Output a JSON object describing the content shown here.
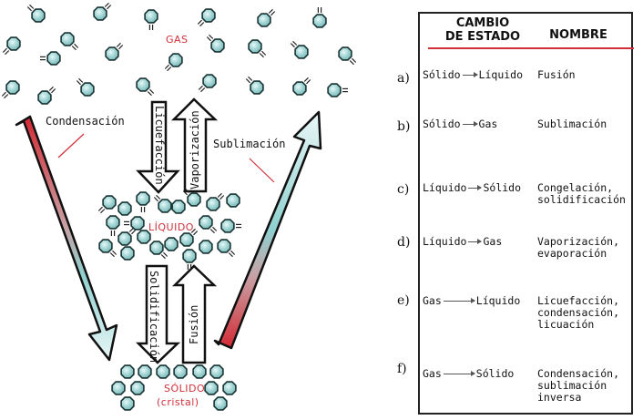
{
  "diagram": {
    "states": {
      "gas": "GAS",
      "liquid": "LÍQUIDO",
      "solid": "SÓLIDO",
      "solid_sub": "(cristal)"
    },
    "processes": {
      "condensation": "Condensación",
      "liquefaction": "Licuefacción",
      "vaporization": "Vaporización",
      "sublimation": "Sublimación",
      "solidification": "Solidificación",
      "fusion": "Fusión"
    },
    "colors": {
      "particle_fill": "#a8d8d8",
      "particle_stroke": "#1a3333",
      "accent_red": "#d0303a",
      "gradient_teal": "#8fd0d0"
    }
  },
  "table": {
    "headers": {
      "change": "CAMBIO\nDE ESTADO",
      "name": "NOMBRE"
    },
    "rows": [
      {
        "letter": "a)",
        "from": "Sólido",
        "to": "Líquido",
        "name": "Fusión"
      },
      {
        "letter": "b)",
        "from": "Sólido",
        "to": "Gas",
        "name": "Sublimación"
      },
      {
        "letter": "c)",
        "from": "Líquido",
        "to": "Sólido",
        "name": "Congelación,\nsolidificación"
      },
      {
        "letter": "d)",
        "from": "Líquido",
        "to": "Gas",
        "name": "Vaporización,\nevaporación"
      },
      {
        "letter": "e)",
        "from": "Gas",
        "to": "Líquido",
        "name": "Licuefacción,\ncondensación,\nlicuación"
      },
      {
        "letter": "f)",
        "from": "Gas",
        "to": "Sólido",
        "name": "Condensación,\nsublimación\ninversa"
      }
    ]
  }
}
